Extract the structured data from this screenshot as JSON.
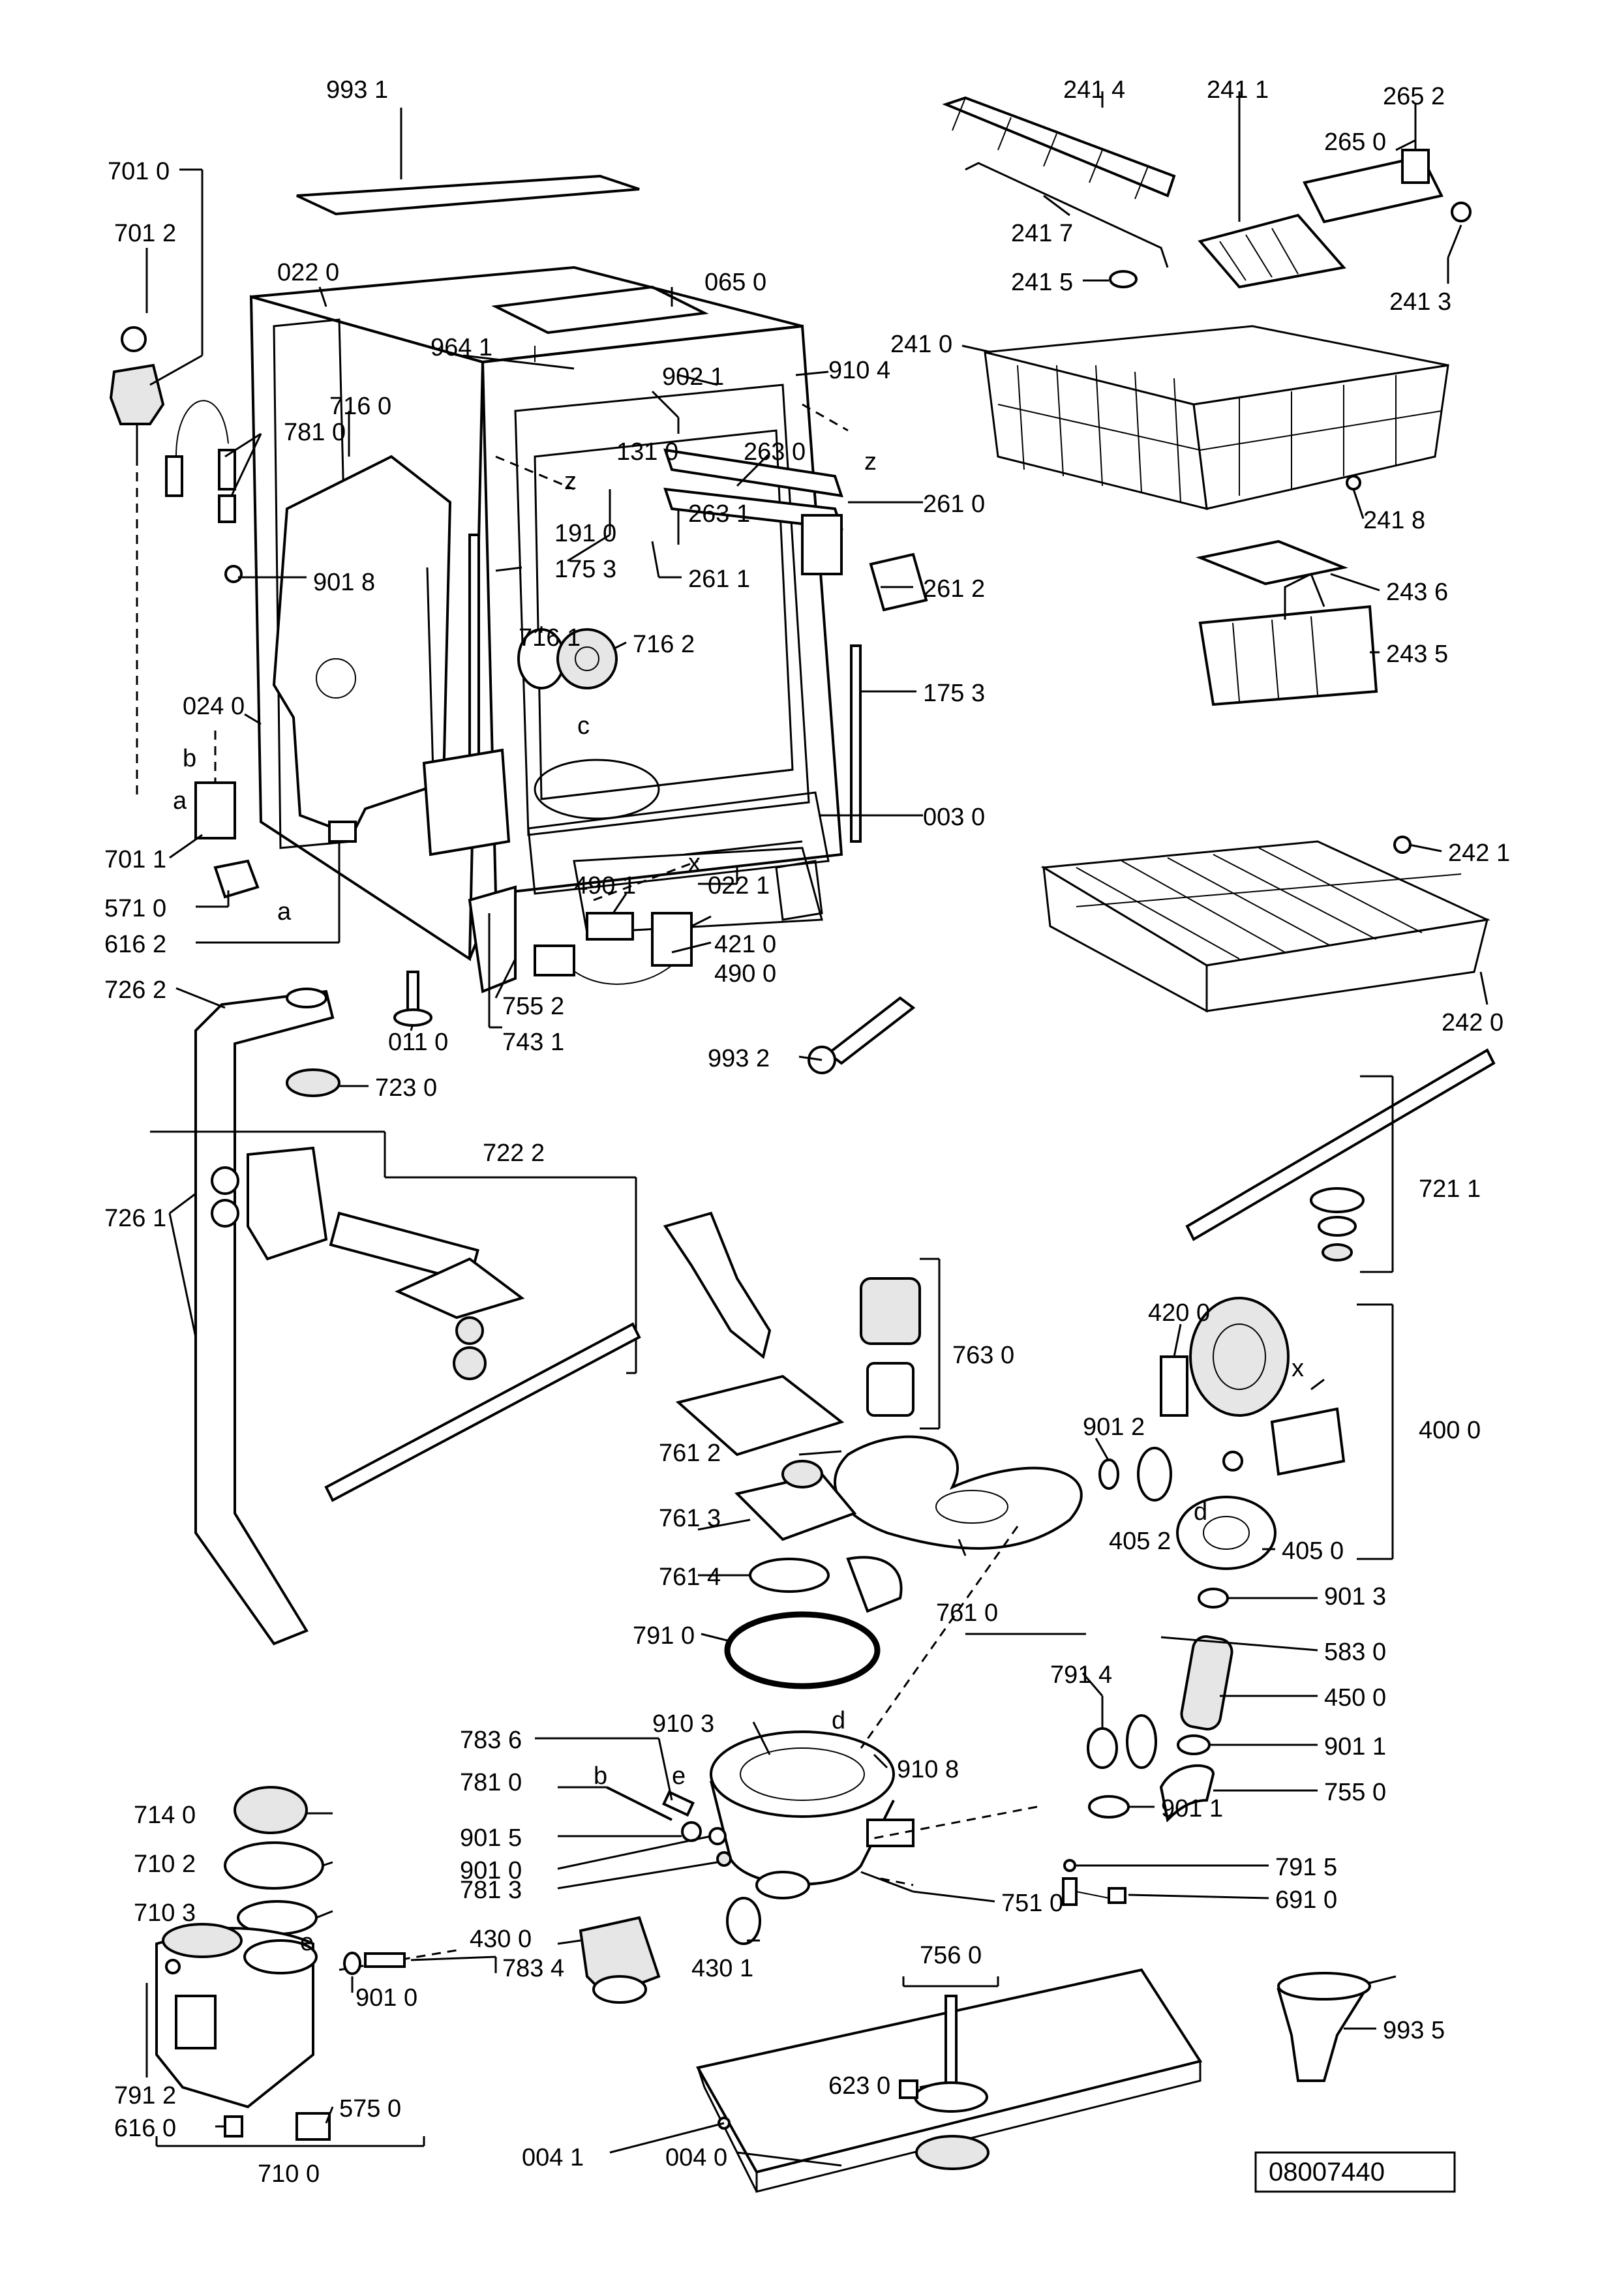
{
  "diagram_id": "08007440",
  "labels": [
    {
      "id": "l9931",
      "text": "993 1"
    },
    {
      "id": "l7010",
      "text": "701 0"
    },
    {
      "id": "l7012",
      "text": "701 2"
    },
    {
      "id": "l0220",
      "text": "022 0"
    },
    {
      "id": "l0650",
      "text": "065 0"
    },
    {
      "id": "l9641",
      "text": "964 1"
    },
    {
      "id": "l9021",
      "text": "902 1"
    },
    {
      "id": "l9104",
      "text": "910 4"
    },
    {
      "id": "l7160",
      "text": "716 0"
    },
    {
      "id": "l7810",
      "text": "781 0"
    },
    {
      "id": "l1310",
      "text": "131 0"
    },
    {
      "id": "l2630",
      "text": "263 0"
    },
    {
      "id": "lz1",
      "text": "z"
    },
    {
      "id": "lz2",
      "text": "z"
    },
    {
      "id": "l1910",
      "text": "191 0"
    },
    {
      "id": "l1753a",
      "text": "175 3"
    },
    {
      "id": "l2631",
      "text": "263 1"
    },
    {
      "id": "l2611",
      "text": "261 1"
    },
    {
      "id": "l2610",
      "text": "261 0"
    },
    {
      "id": "l2612",
      "text": "261 2"
    },
    {
      "id": "l9018",
      "text": "901 8"
    },
    {
      "id": "l7161",
      "text": "716 1"
    },
    {
      "id": "l7162",
      "text": "716 2"
    },
    {
      "id": "l1753b",
      "text": "175 3"
    },
    {
      "id": "l0240",
      "text": "024 0"
    },
    {
      "id": "lc",
      "text": "c"
    },
    {
      "id": "lb1",
      "text": "b"
    },
    {
      "id": "la1",
      "text": "a"
    },
    {
      "id": "l0030",
      "text": "003 0"
    },
    {
      "id": "l7011",
      "text": "701 1"
    },
    {
      "id": "lx1",
      "text": "x"
    },
    {
      "id": "l5710",
      "text": "571 0"
    },
    {
      "id": "la2",
      "text": "a"
    },
    {
      "id": "l6162",
      "text": "616 2"
    },
    {
      "id": "l4901",
      "text": "490 1"
    },
    {
      "id": "l0221",
      "text": "022 1"
    },
    {
      "id": "l4210",
      "text": "421 0"
    },
    {
      "id": "l4900",
      "text": "490 0"
    },
    {
      "id": "l7262",
      "text": "726 2"
    },
    {
      "id": "l7552",
      "text": "755 2"
    },
    {
      "id": "l0110",
      "text": "011 0"
    },
    {
      "id": "l7431",
      "text": "743 1"
    },
    {
      "id": "l9932",
      "text": "993 2"
    },
    {
      "id": "l7230",
      "text": "723 0"
    },
    {
      "id": "l7222",
      "text": "722 2"
    },
    {
      "id": "l7261",
      "text": "726 1"
    },
    {
      "id": "l2414",
      "text": "241 4"
    },
    {
      "id": "l2411",
      "text": "241 1"
    },
    {
      "id": "l2652",
      "text": "265 2"
    },
    {
      "id": "l2650",
      "text": "265 0"
    },
    {
      "id": "l2417",
      "text": "241 7"
    },
    {
      "id": "l2415",
      "text": "241 5"
    },
    {
      "id": "l2413",
      "text": "241 3"
    },
    {
      "id": "l2410",
      "text": "241 0"
    },
    {
      "id": "l2418",
      "text": "241 8"
    },
    {
      "id": "l2436",
      "text": "243 6"
    },
    {
      "id": "l2435",
      "text": "243 5"
    },
    {
      "id": "l2421",
      "text": "242 1"
    },
    {
      "id": "l2420",
      "text": "242 0"
    },
    {
      "id": "l7211",
      "text": "721 1"
    },
    {
      "id": "l4200",
      "text": "420 0"
    },
    {
      "id": "l4000",
      "text": "400 0"
    },
    {
      "id": "lx2",
      "text": "x"
    },
    {
      "id": "l7630",
      "text": "763 0"
    },
    {
      "id": "l9012",
      "text": "901 2"
    },
    {
      "id": "l7612",
      "text": "761 2"
    },
    {
      "id": "l4052",
      "text": "405 2"
    },
    {
      "id": "ld1",
      "text": "d"
    },
    {
      "id": "l4050",
      "text": "405 0"
    },
    {
      "id": "l7613",
      "text": "761 3"
    },
    {
      "id": "l7614",
      "text": "761 4"
    },
    {
      "id": "l7610",
      "text": "761 0"
    },
    {
      "id": "l9013",
      "text": "901 3"
    },
    {
      "id": "l7910",
      "text": "791 0"
    },
    {
      "id": "l7914",
      "text": "791 4"
    },
    {
      "id": "l5830",
      "text": "583 0"
    },
    {
      "id": "l4500",
      "text": "450 0"
    },
    {
      "id": "ld2",
      "text": "d"
    },
    {
      "id": "l9103",
      "text": "910 3"
    },
    {
      "id": "l9108",
      "text": "910 8"
    },
    {
      "id": "l9011a",
      "text": "901 1"
    },
    {
      "id": "l7836",
      "text": "783 6"
    },
    {
      "id": "lb2",
      "text": "b"
    },
    {
      "id": "le1",
      "text": "e"
    },
    {
      "id": "l7550",
      "text": "755 0"
    },
    {
      "id": "l7810b",
      "text": "781 0"
    },
    {
      "id": "l9011b",
      "text": "901 1"
    },
    {
      "id": "l7140",
      "text": "714 0"
    },
    {
      "id": "l9015",
      "text": "901 5"
    },
    {
      "id": "l7915",
      "text": "791 5"
    },
    {
      "id": "l7102",
      "text": "710 2"
    },
    {
      "id": "l9010a",
      "text": "901 0"
    },
    {
      "id": "l7813",
      "text": "781 3"
    },
    {
      "id": "l7510",
      "text": "751 0"
    },
    {
      "id": "l6910",
      "text": "691 0"
    },
    {
      "id": "l7103",
      "text": "710 3"
    },
    {
      "id": "l4300",
      "text": "430 0"
    },
    {
      "id": "l4301",
      "text": "430 1"
    },
    {
      "id": "l7560",
      "text": "756 0"
    },
    {
      "id": "l9935",
      "text": "993 5"
    },
    {
      "id": "le2",
      "text": "e"
    },
    {
      "id": "l7834",
      "text": "783 4"
    },
    {
      "id": "l9010b",
      "text": "901 0"
    },
    {
      "id": "l6230",
      "text": "623 0"
    },
    {
      "id": "l7912",
      "text": "791 2"
    },
    {
      "id": "l5750",
      "text": "575 0"
    },
    {
      "id": "l6160",
      "text": "616 0"
    },
    {
      "id": "l7100",
      "text": "710 0"
    },
    {
      "id": "l0041",
      "text": "004 1"
    },
    {
      "id": "l0040",
      "text": "004 0"
    }
  ]
}
